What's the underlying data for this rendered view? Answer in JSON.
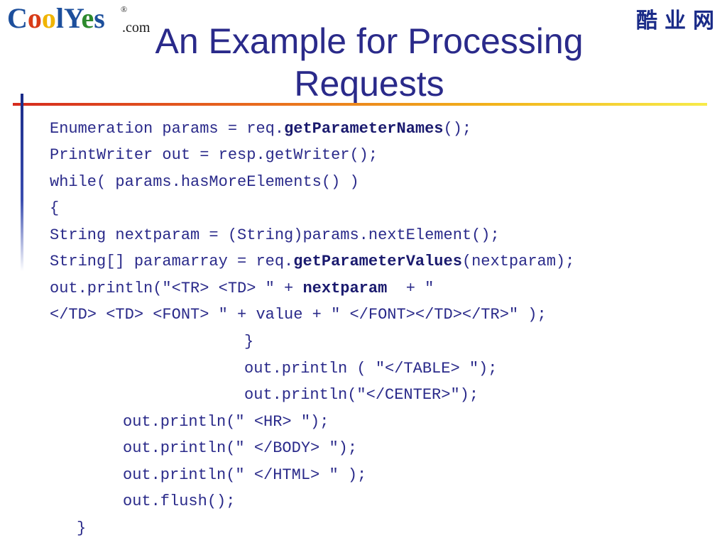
{
  "logo": {
    "c1": "C",
    "o1": "o",
    "o2": "o",
    "l1": "l",
    "y": "Y",
    "e": "e",
    "s": "s",
    "registered": "®",
    "com": ".com"
  },
  "brand_cn": "酷业网",
  "title": "An Example for Processing Requests",
  "code": {
    "line1": {
      "a": "Enumeration params = req.",
      "b": "getParameterNames",
      "c": "();"
    },
    "line2": "PrintWriter out = resp.getWriter();",
    "line3": "while( params.hasMoreElements() )",
    "line4": "{",
    "line5": "String nextparam = (String)params.nextElement();",
    "line6": {
      "a": "String[] paramarray = req.",
      "b": "getParameterValues",
      "c": "(nextparam);"
    },
    "line7": {
      "a": "out.println(\"<TR> <TD> \" + ",
      "b": "nextparam",
      "c": "  + \""
    },
    "line8": "</TD> <TD> <FONT> \" + value + \" </FONT></TD></TR>\" );",
    "line9": "}",
    "line10": "out.println ( \"</TABLE> \");",
    "line11": "out.println(\"</CENTER>\");",
    "line12": "out.println(\" <HR> \");",
    "line13": "out.println(\" </BODY> \");",
    "line14": "out.println(\" </HTML> \" );",
    "line15": "out.flush();",
    "line16": "}"
  }
}
